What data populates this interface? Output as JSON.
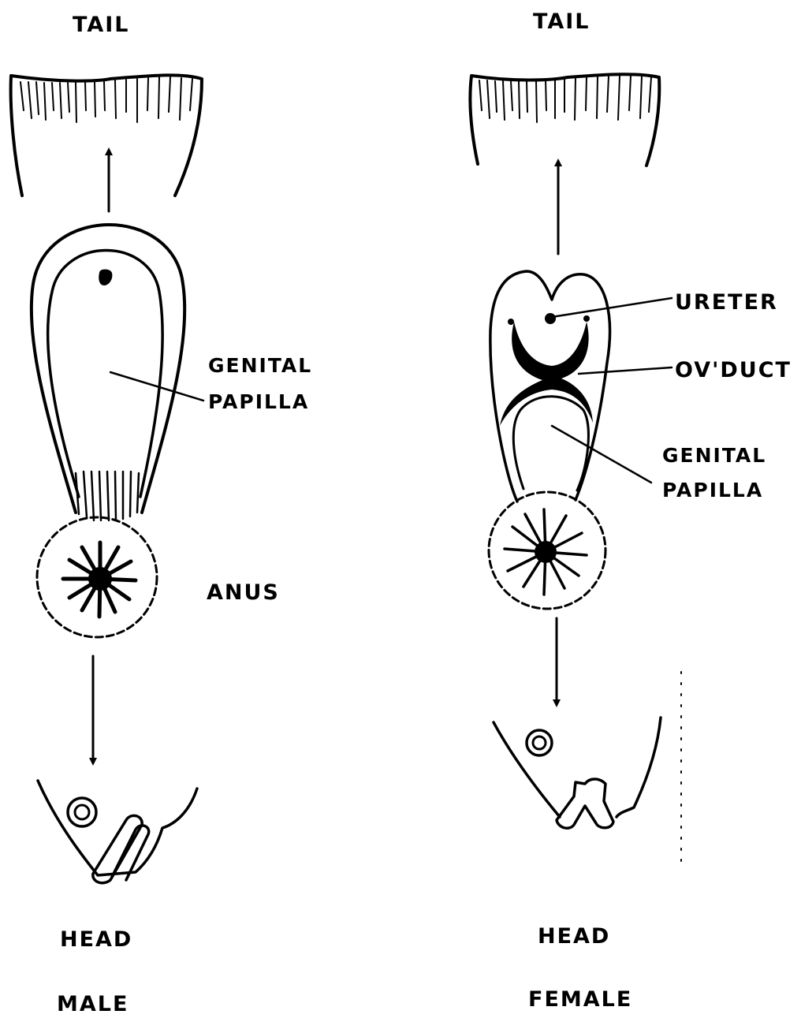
{
  "male": {
    "tail_label": "TAIL",
    "genital_papilla_line1": "GENITAL",
    "genital_papilla_line2": "PAPILLA",
    "anus_label": "ANUS",
    "head_label": "HEAD",
    "sex_label": "MALE"
  },
  "female": {
    "tail_label": "TAIL",
    "ureter_label": "URETER",
    "oviduct_label": "OV'DUCT",
    "genital_papilla_line1": "GENITAL",
    "genital_papilla_line2": "PAPILLA",
    "head_label": "HEAD",
    "sex_label": "FEMALE"
  },
  "colors": {
    "ink": "#000000",
    "background": "#ffffff"
  }
}
